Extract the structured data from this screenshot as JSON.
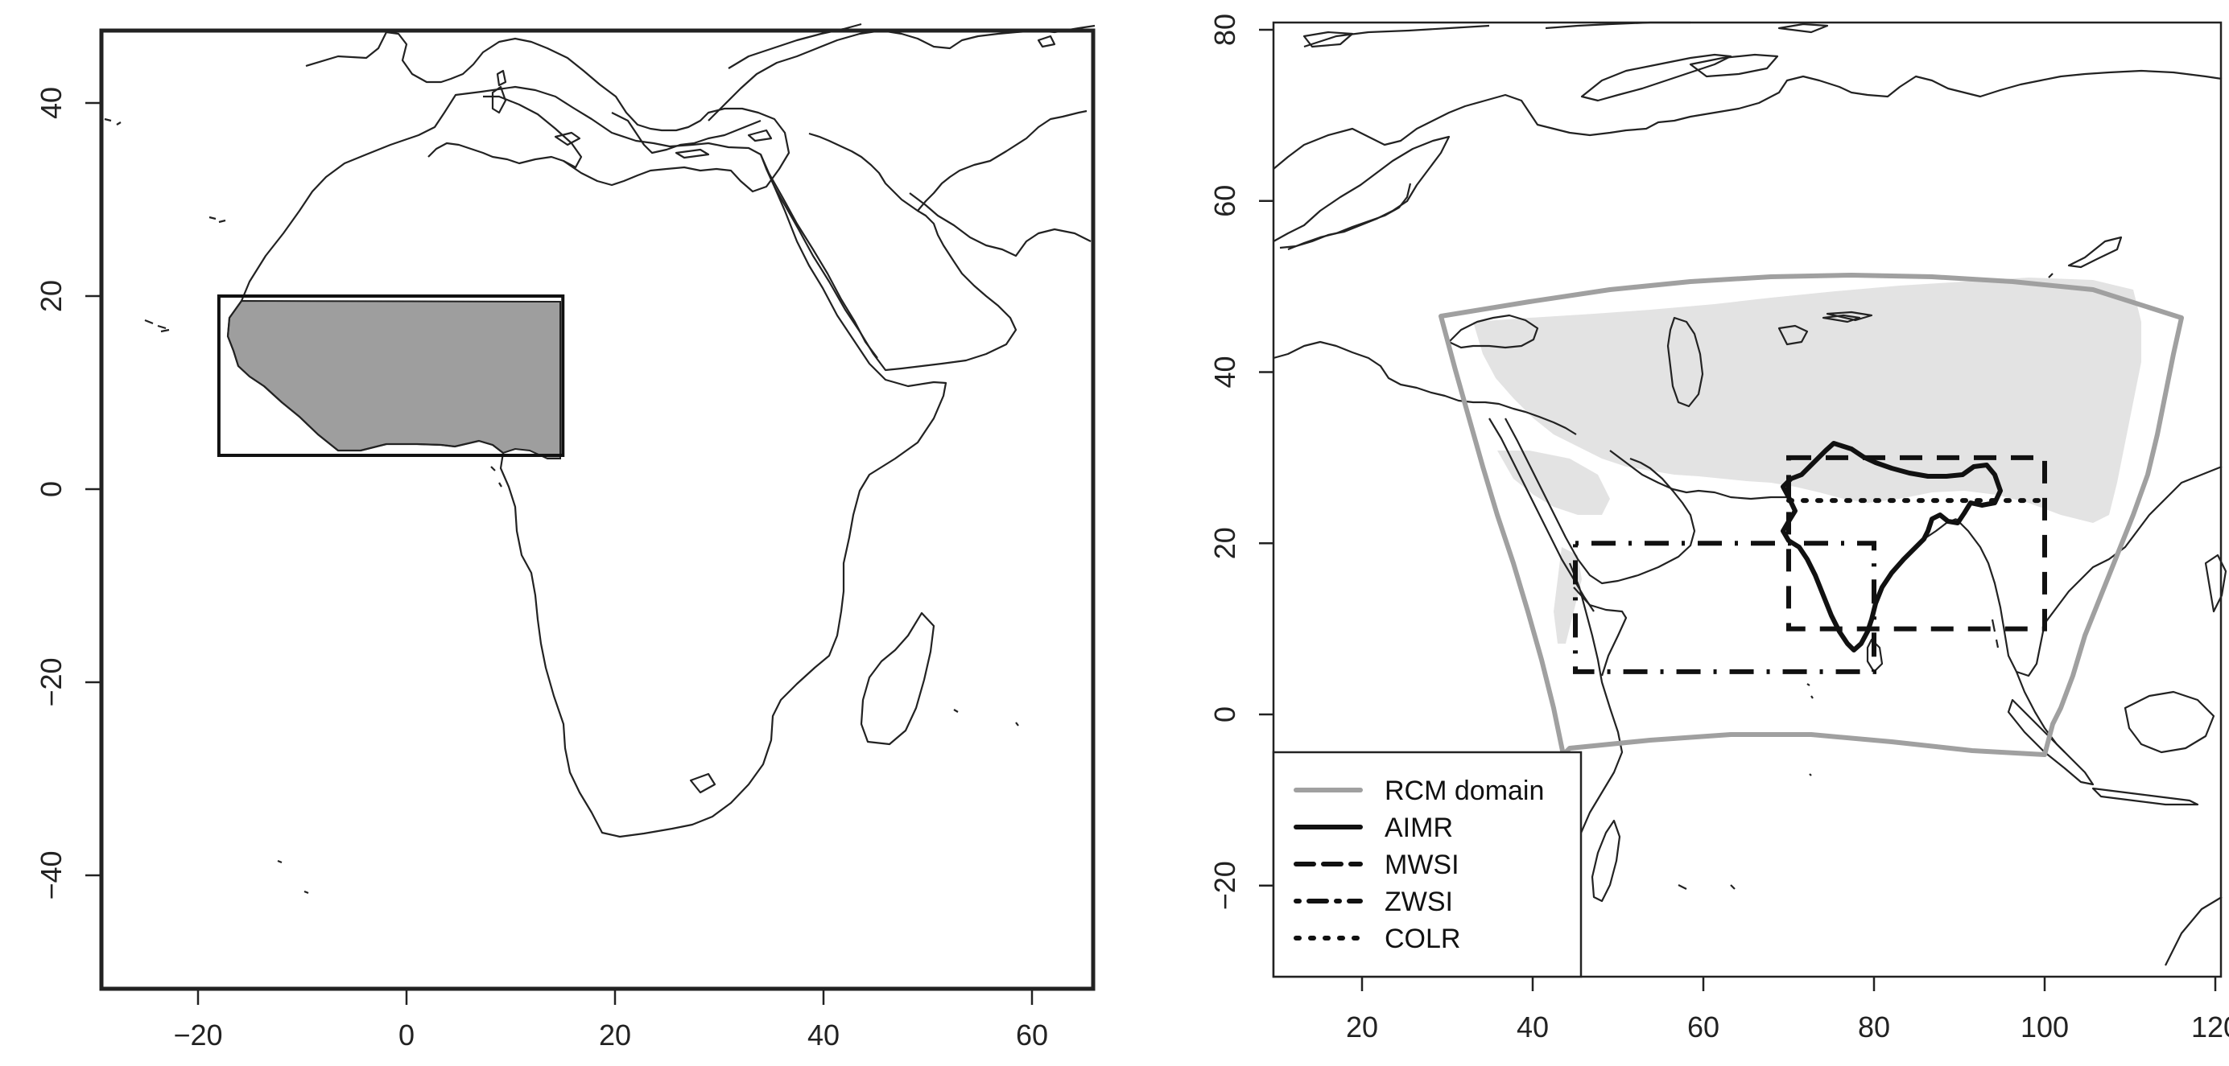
{
  "left_map": {
    "x_ticks": [
      "-20",
      "0",
      "20",
      "40",
      "60"
    ],
    "y_ticks": [
      "40",
      "20",
      "0",
      "-20",
      "-40"
    ],
    "x_range": [
      -30,
      65
    ],
    "y_range": [
      -50,
      47
    ],
    "region_box": {
      "lon": [
        -18,
        15
      ],
      "lat": [
        3.5,
        20
      ]
    },
    "region_fill": "#9e9e9e"
  },
  "right_map": {
    "x_ticks": [
      "20",
      "40",
      "60",
      "80",
      "100",
      "120"
    ],
    "y_ticks": [
      "80",
      "60",
      "40",
      "20",
      "0",
      "-20"
    ],
    "x_range": [
      9,
      120
    ],
    "y_range": [
      -31,
      81
    ],
    "highland_fill": "#e3e3e3",
    "rcm_color": "#a0a0a0",
    "boxes": {
      "MWSI": {
        "lon": [
          70,
          100
        ],
        "lat": [
          10,
          30
        ]
      },
      "ZWSI": {
        "lon": [
          45,
          80
        ],
        "lat": [
          5,
          20
        ]
      },
      "COLR": {
        "lon": [
          70,
          100
        ],
        "lat": [
          25,
          25
        ]
      }
    },
    "legend": [
      {
        "label": "RCM domain",
        "style": "solid-gray"
      },
      {
        "label": "AIMR",
        "style": "solid"
      },
      {
        "label": "MWSI",
        "style": "dashed"
      },
      {
        "label": "ZWSI",
        "style": "dotdash"
      },
      {
        "label": "COLR",
        "style": "dotted"
      }
    ]
  }
}
